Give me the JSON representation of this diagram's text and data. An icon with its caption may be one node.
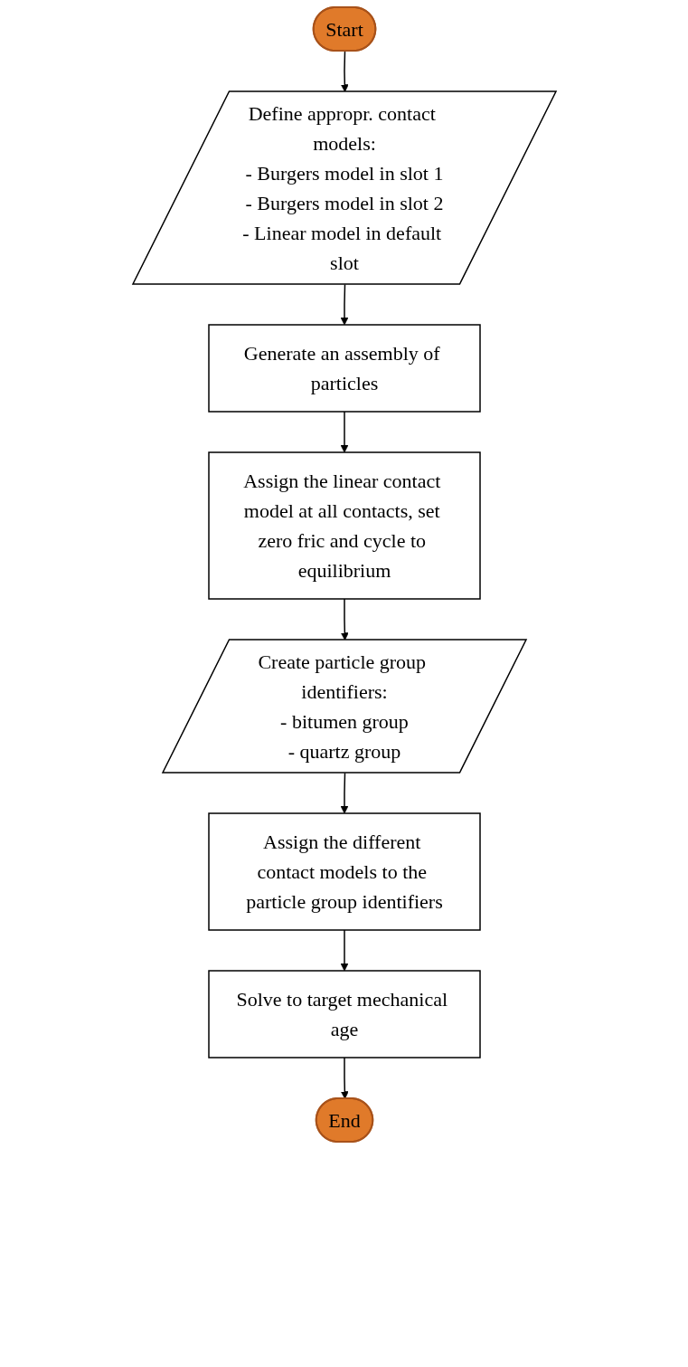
{
  "diagram": {
    "nodes": [
      {
        "text": [
          "Start"
        ]
      },
      {
        "text": [
          "Define appropr. contact models:",
          "- Burgers model in slot 1",
          "- Burgers model in slot 2",
          "- Linear model in default slot"
        ]
      },
      {
        "text": [
          "Generate an assembly of particles"
        ]
      },
      {
        "text": [
          "Assign the linear contact model at all contacts, set zero fric and cycle to equilibrium"
        ]
      },
      {
        "text": [
          "Create particle group identifiers:",
          "- bitumen group",
          "- quartz group"
        ]
      },
      {
        "text": [
          "Assign the different contact models to the particle group identifiers"
        ]
      },
      {
        "text": [
          "Solve to target mechanical age"
        ]
      },
      {
        "text": [
          "End"
        ]
      }
    ],
    "edges": [
      {
        "from": 0,
        "to": 1,
        "arrow": "to"
      },
      {
        "from": 1,
        "to": 2,
        "arrow": "to"
      },
      {
        "from": 2,
        "to": 3,
        "arrow": "to"
      },
      {
        "from": 3,
        "to": 4,
        "arrow": "to"
      },
      {
        "from": 4,
        "to": 5,
        "arrow": "to"
      },
      {
        "from": 5,
        "to": 6,
        "arrow": "to"
      },
      {
        "from": 6,
        "to": 7,
        "arrow": "to"
      }
    ]
  }
}
